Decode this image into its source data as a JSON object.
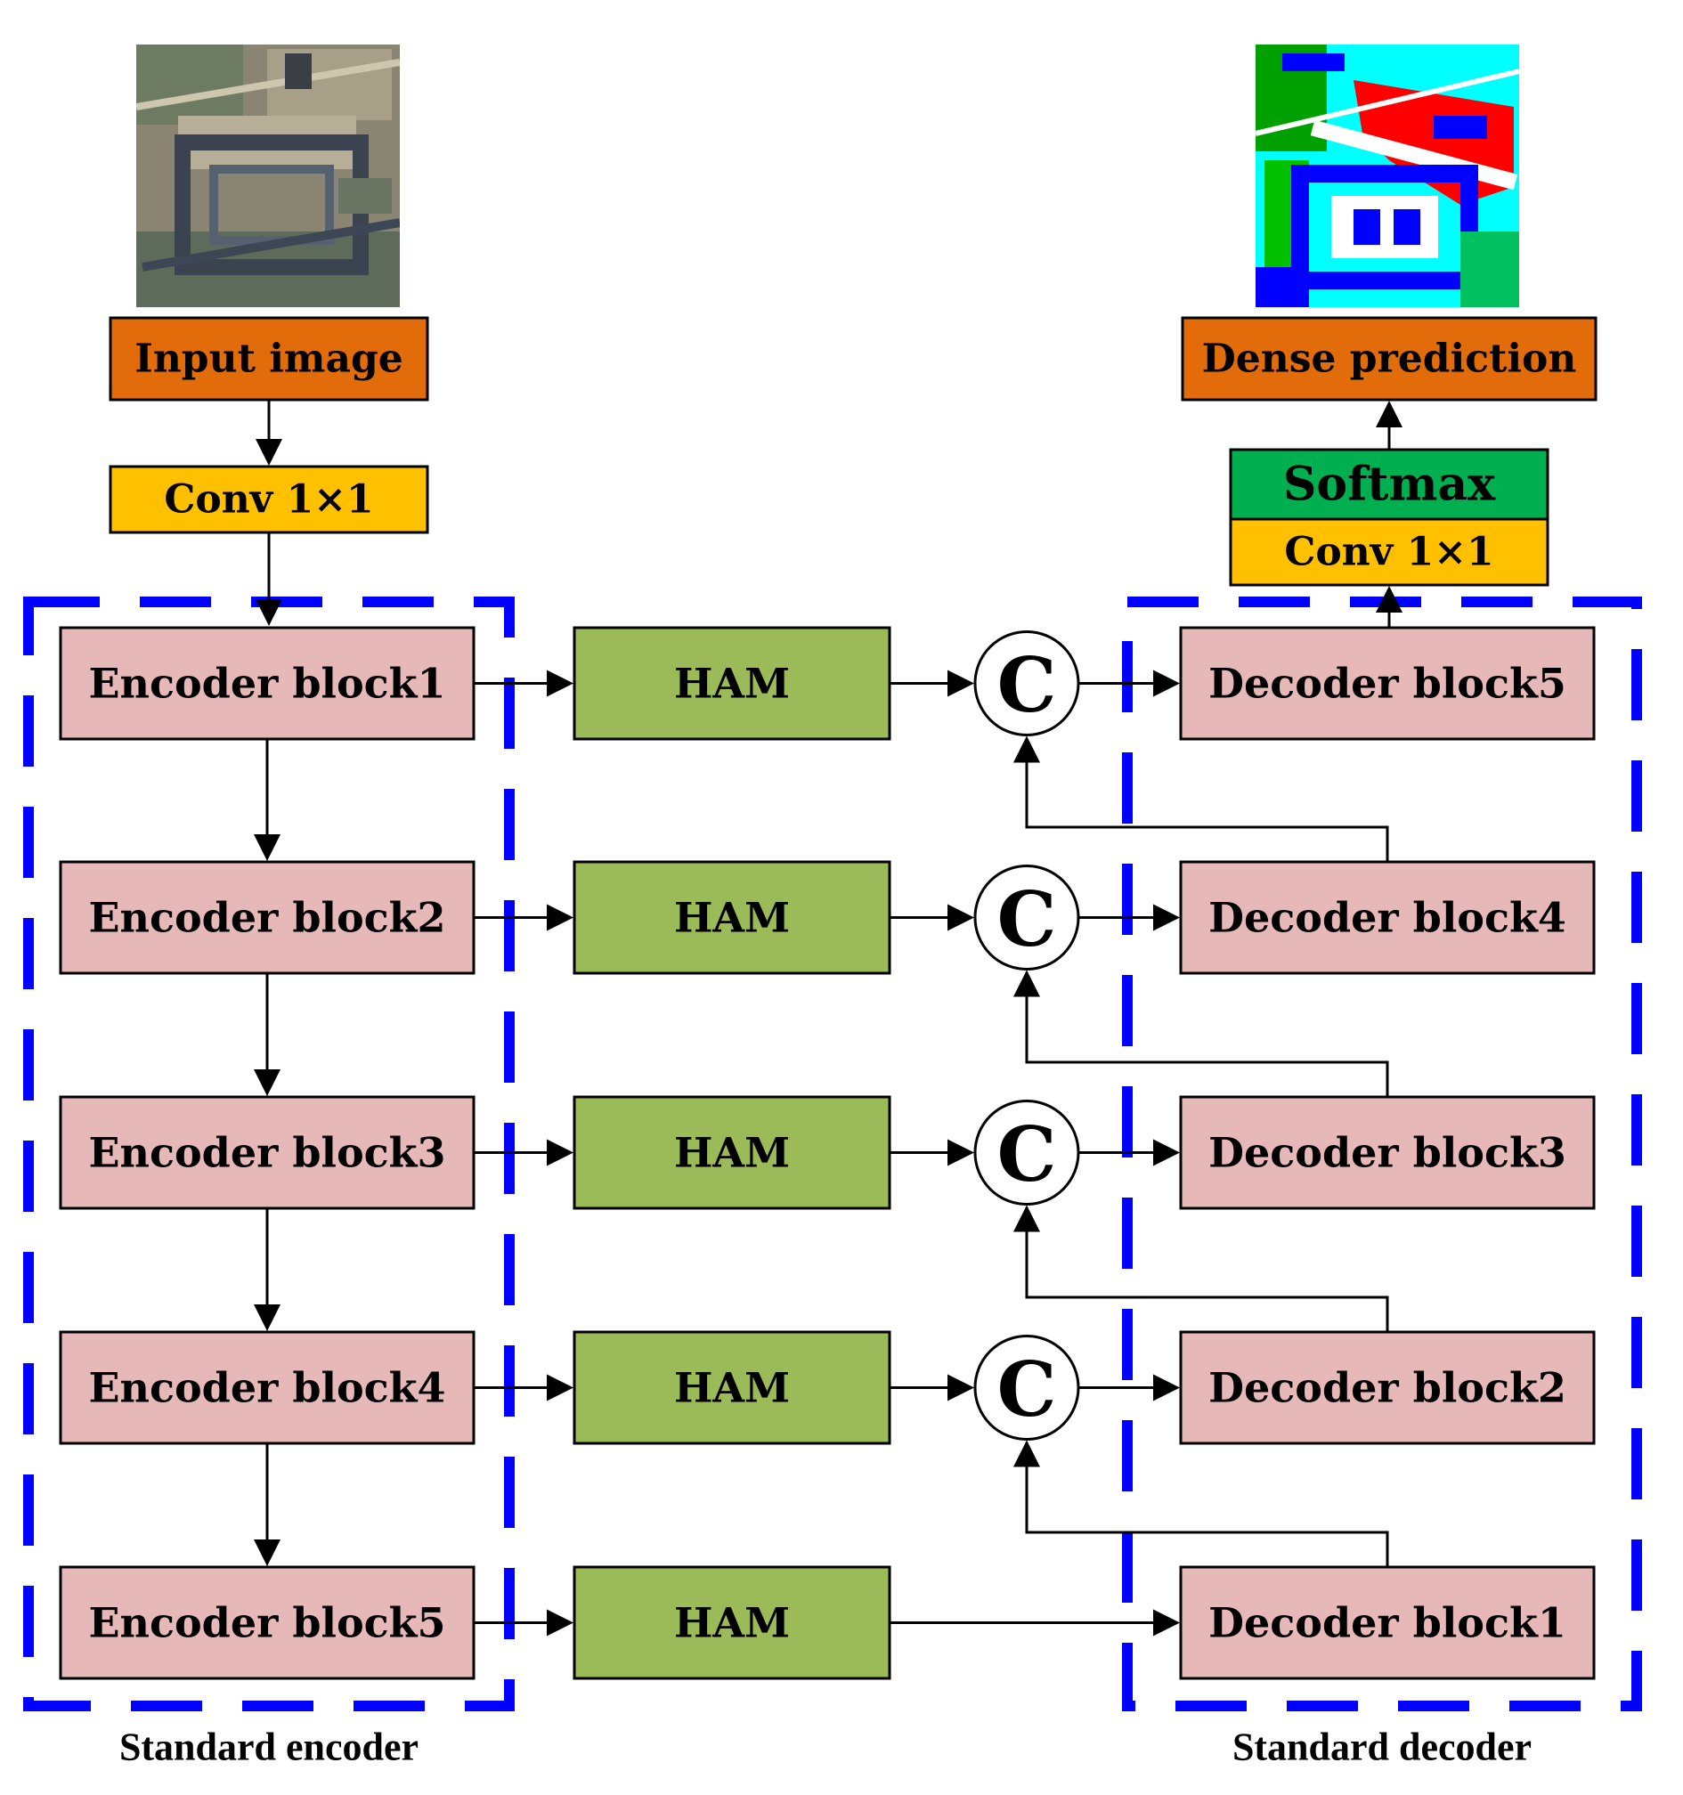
{
  "input": {
    "label": "Input image",
    "image": "aerial satellite image"
  },
  "conv_in": {
    "label": "Conv 1×1"
  },
  "encoder": {
    "caption": "Standard encoder",
    "blocks": [
      "Encoder block1",
      "Encoder block2",
      "Encoder block3",
      "Encoder block4",
      "Encoder block5"
    ]
  },
  "ham": {
    "labels": [
      "HAM",
      "HAM",
      "HAM",
      "HAM",
      "HAM"
    ]
  },
  "concat": {
    "symbol": "C"
  },
  "decoder": {
    "caption": "Standard decoder",
    "blocks": [
      "Decoder block5",
      "Decoder block4",
      "Decoder block3",
      "Decoder block2",
      "Decoder block1"
    ]
  },
  "conv_out": {
    "label": "Conv 1×1"
  },
  "softmax": {
    "label": "Softmax"
  },
  "output": {
    "label": "Dense prediction",
    "image": "segmentation map"
  },
  "colors": {
    "orange": "#E36C0A",
    "yellow": "#FFC000",
    "block": "#E6B9B8",
    "ham": "#9BBB59",
    "softmax": "#00B050",
    "dash": "#0000FF"
  }
}
